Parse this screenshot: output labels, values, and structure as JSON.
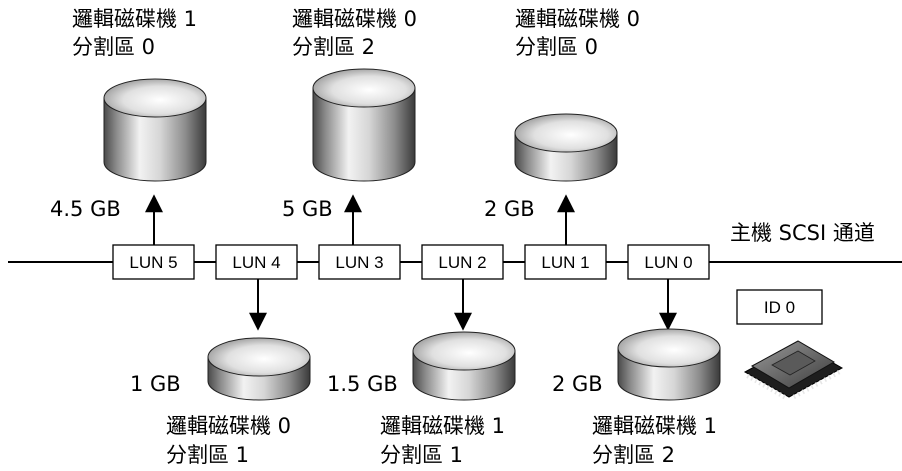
{
  "bus_label": "主機 SCSI 通道",
  "host_id_label": "ID 0",
  "luns": [
    {
      "label": "LUN 5"
    },
    {
      "label": "LUN 4"
    },
    {
      "label": "LUN 3"
    },
    {
      "label": "LUN 2"
    },
    {
      "label": "LUN 1"
    },
    {
      "label": "LUN 0"
    }
  ],
  "disks": [
    {
      "size": "4.5 GB",
      "drive": "邏輯磁碟機 1",
      "partition": "分割區 0"
    },
    {
      "size": "5 GB",
      "drive": "邏輯磁碟機 0",
      "partition": "分割區 2"
    },
    {
      "size": "2 GB",
      "drive": "邏輯磁碟機 0",
      "partition": "分割區 0"
    },
    {
      "size": "1 GB",
      "drive": "邏輯磁碟機 0",
      "partition": "分割區 1"
    },
    {
      "size": "1.5 GB",
      "drive": "邏輯磁碟機 1",
      "partition": "分割區 1"
    },
    {
      "size": "2 GB",
      "drive": "邏輯磁碟機 1",
      "partition": "分割區 2"
    }
  ],
  "icons": {
    "disk": "disk-cylinder-icon",
    "chip": "scsi-chip-icon"
  }
}
